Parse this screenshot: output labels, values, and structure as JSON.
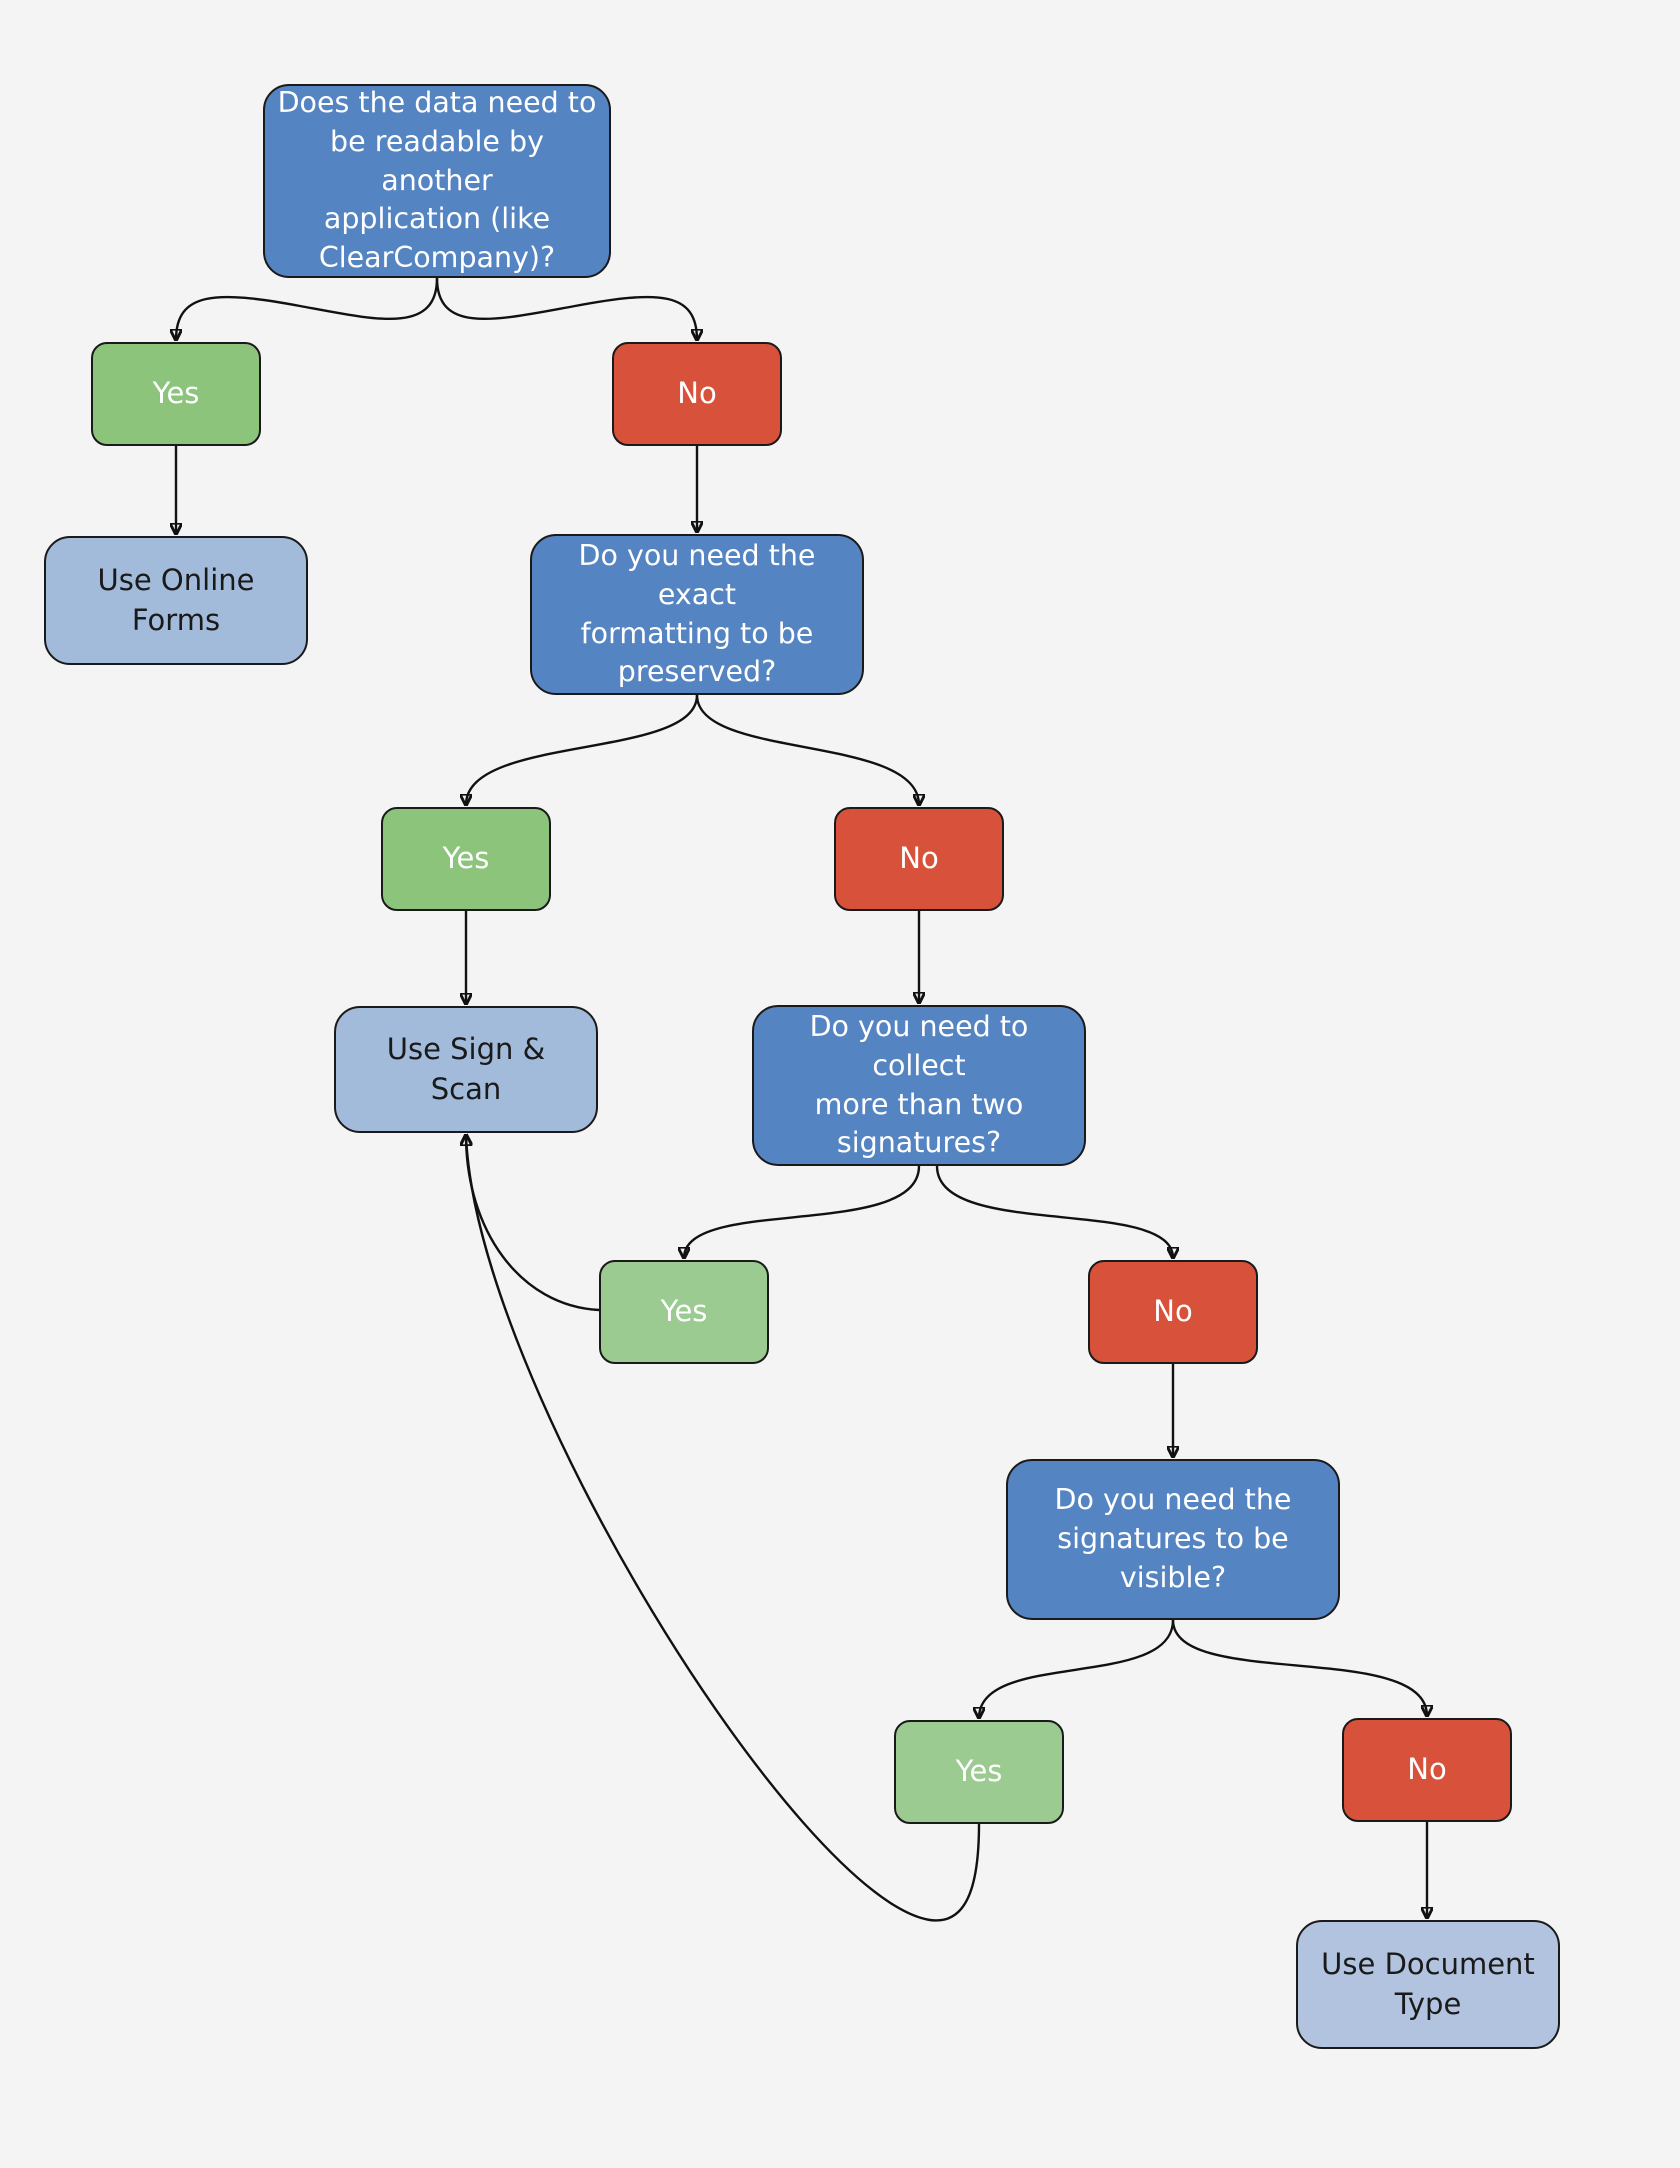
{
  "diagram": {
    "nodes": [
      {
        "id": "q1",
        "kind": "question",
        "label": "Does the data need to\nbe readable by another\napplication (like\nClearCompany)?"
      },
      {
        "id": "a1-yes",
        "kind": "answer-yes",
        "label": "Yes"
      },
      {
        "id": "a1-no",
        "kind": "answer-no",
        "label": "No"
      },
      {
        "id": "r1",
        "kind": "outcome",
        "label": "Use Online Forms"
      },
      {
        "id": "q2",
        "kind": "question",
        "label": "Do you need the exact\nformatting to be\npreserved?"
      },
      {
        "id": "a2-yes",
        "kind": "answer-yes",
        "label": "Yes"
      },
      {
        "id": "a2-no",
        "kind": "answer-no",
        "label": "No"
      },
      {
        "id": "r2",
        "kind": "outcome",
        "label": "Use Sign & Scan"
      },
      {
        "id": "q3",
        "kind": "question",
        "label": "Do you need  to collect\nmore than two\nsignatures?"
      },
      {
        "id": "a3-yes",
        "kind": "answer-yes",
        "label": "Yes"
      },
      {
        "id": "a3-no",
        "kind": "answer-no",
        "label": "No"
      },
      {
        "id": "q4",
        "kind": "question",
        "label": "Do you need the\nsignatures to be\nvisible?"
      },
      {
        "id": "a4-yes",
        "kind": "answer-yes",
        "label": "Yes"
      },
      {
        "id": "a4-no",
        "kind": "answer-no",
        "label": "No"
      },
      {
        "id": "r4",
        "kind": "outcome",
        "label": "Use Document\nType"
      }
    ],
    "edges": [
      {
        "from": "q1",
        "to": "a1-yes"
      },
      {
        "from": "q1",
        "to": "a1-no"
      },
      {
        "from": "a1-yes",
        "to": "r1"
      },
      {
        "from": "a1-no",
        "to": "q2"
      },
      {
        "from": "q2",
        "to": "a2-yes"
      },
      {
        "from": "q2",
        "to": "a2-no"
      },
      {
        "from": "a2-yes",
        "to": "r2"
      },
      {
        "from": "a2-no",
        "to": "q3"
      },
      {
        "from": "q3",
        "to": "a3-yes"
      },
      {
        "from": "q3",
        "to": "a3-no"
      },
      {
        "from": "a3-yes",
        "to": "r2"
      },
      {
        "from": "a3-no",
        "to": "q4"
      },
      {
        "from": "q4",
        "to": "a4-yes"
      },
      {
        "from": "q4",
        "to": "a4-no"
      },
      {
        "from": "a4-yes",
        "to": "r2"
      },
      {
        "from": "a4-no",
        "to": "r4"
      }
    ],
    "colors": {
      "background": "#f4f4f4",
      "question": "#5584c2",
      "yes": "#8cc47c",
      "no": "#d8513a",
      "outcome": "#a3bbdb",
      "connector": "#111111"
    }
  }
}
